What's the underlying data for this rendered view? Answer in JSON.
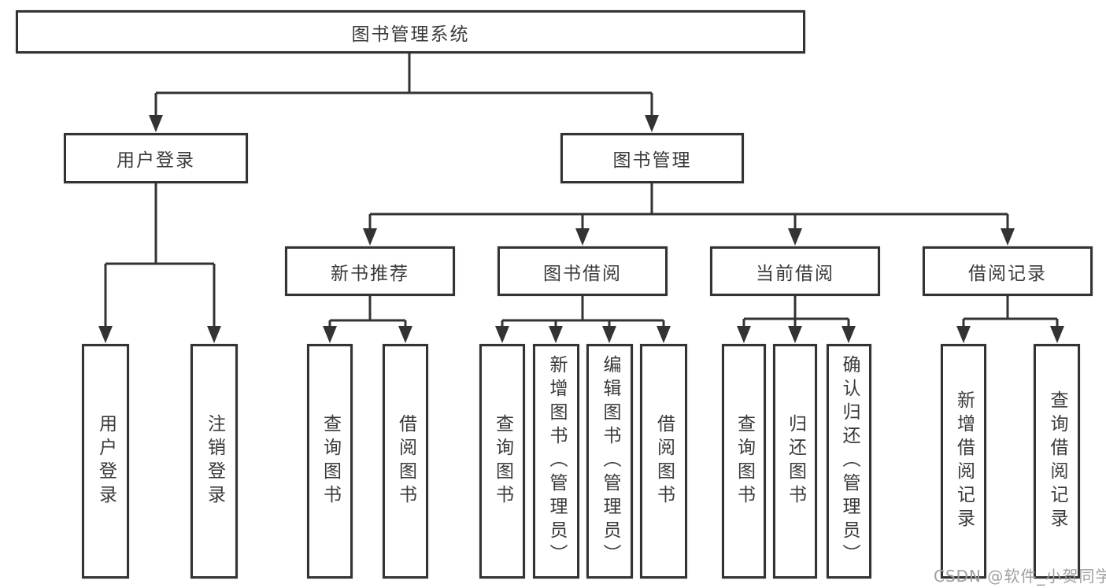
{
  "nodes": {
    "root": "图书管理系统",
    "branches": [
      "用户登录",
      "图书管理"
    ],
    "modules": [
      "新书推荐",
      "图书借阅",
      "当前借阅",
      "借阅记录"
    ],
    "leaves": [
      "用户登录",
      "注销登录",
      "查询图书",
      "借阅图书",
      "查询图书",
      "新增图书（管理员）",
      "编辑图书（管理员）",
      "借阅图书",
      "查询图书",
      "归还图书",
      "确认归还（管理员）",
      "新增借阅记录",
      "查询借阅记录"
    ]
  },
  "watermark": "CSDN @软件_小贺同学",
  "colors": {
    "line": "#333333",
    "border": "#333333",
    "text": "#3a3a3a",
    "watermark": "#a0a0a0",
    "background": "#ffffff"
  }
}
